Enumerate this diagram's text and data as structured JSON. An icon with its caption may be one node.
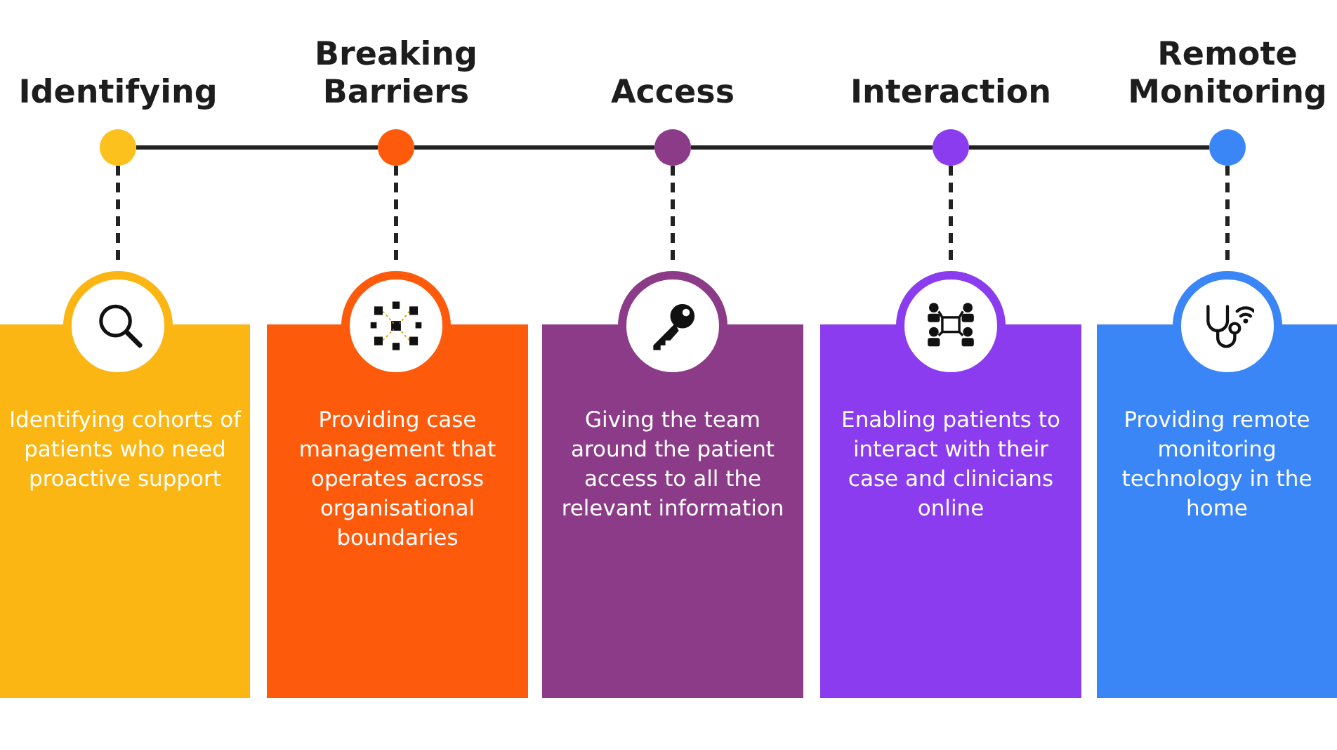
{
  "diagram": {
    "nodes": [
      {
        "text": [
          "Identifying"
        ]
      },
      {
        "text": [],
        "shape": "circle"
      },
      {
        "text": [
          "Identifying cohorts of patients who need proactive support"
        ]
      },
      {
        "text": [
          "Breaking Barriers"
        ]
      },
      {
        "text": [],
        "shape": "circle"
      },
      {
        "text": [
          "Providing case management that operates across organisational boundaries"
        ]
      },
      {
        "text": [
          "Access"
        ]
      },
      {
        "text": [],
        "shape": "circle"
      },
      {
        "text": [
          "Giving the team around the patient access to all the relevant information"
        ]
      },
      {
        "text": [
          "Interaction"
        ]
      },
      {
        "text": [],
        "shape": "circle"
      },
      {
        "text": [
          "Enabling patients to interact with their case and clinicians online"
        ]
      },
      {
        "text": [
          "Remote Monitoring"
        ]
      },
      {
        "text": [],
        "shape": "circle"
      },
      {
        "text": [
          "Providing remote monitoring technology in the home"
        ]
      }
    ],
    "edges": [
      {
        "from": 0,
        "to": 3,
        "arrow": "none"
      },
      {
        "from": 3,
        "to": 6,
        "arrow": "none"
      },
      {
        "from": 6,
        "to": 9,
        "arrow": "none"
      },
      {
        "from": 9,
        "to": 12,
        "arrow": "none"
      },
      {
        "from": 0,
        "to": 1,
        "arrow": "none",
        "style": "dashed"
      },
      {
        "from": 3,
        "to": 4,
        "arrow": "none",
        "style": "dashed"
      },
      {
        "from": 6,
        "to": 7,
        "arrow": "none",
        "style": "dashed"
      },
      {
        "from": 9,
        "to": 10,
        "arrow": "none",
        "style": "dashed"
      },
      {
        "from": 12,
        "to": 13,
        "arrow": "none",
        "style": "dashed"
      }
    ]
  }
}
